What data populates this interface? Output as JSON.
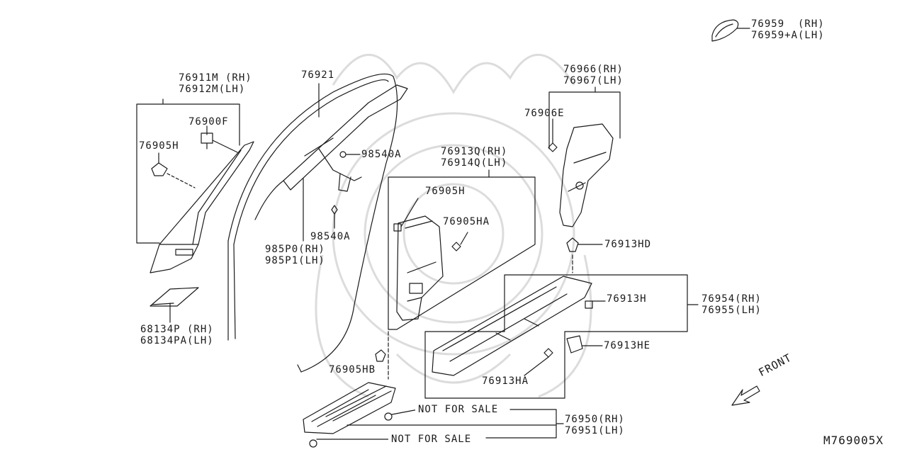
{
  "colors": {
    "ink": "#1a1a1a",
    "watermark": "#dcdcdc",
    "background": "#ffffff"
  },
  "labels": {
    "p76959": "76959  (RH)",
    "p76959a": "76959+A(LH)",
    "p76966": "76966(RH)",
    "p76967": "76967(LH)",
    "p76906e": "76906E",
    "p76911m": "76911M (RH)",
    "p76912m": "76912M(LH)",
    "p76900f": "76900F",
    "p76905h_left": "76905H",
    "p76921": "76921",
    "p98540a_top": "98540A",
    "p98540a_bottom": "98540A",
    "p985p0": "985P0(RH)",
    "p985p1": "985P1(LH)",
    "p76913q": "76913Q(RH)",
    "p76914q": "76914Q(LH)",
    "p76905h_mid": "76905H",
    "p76905ha": "76905HA",
    "p76913hd": "76913HD",
    "p76913h": "76913H",
    "p76954": "76954(RH)",
    "p76955": "76955(LH)",
    "p76913he": "76913HE",
    "p76913ha": "76913HA",
    "p68134p": "68134P (RH)",
    "p68134pa": "68134PA(LH)",
    "p76905hb": "76905HB",
    "not_for_sale_top": "NOT FOR SALE",
    "not_for_sale_bottom": "NOT FOR SALE",
    "p76950": "76950(RH)",
    "p76951": "76951(LH)",
    "front": "FRONT",
    "diagram_code": "M769005X"
  }
}
